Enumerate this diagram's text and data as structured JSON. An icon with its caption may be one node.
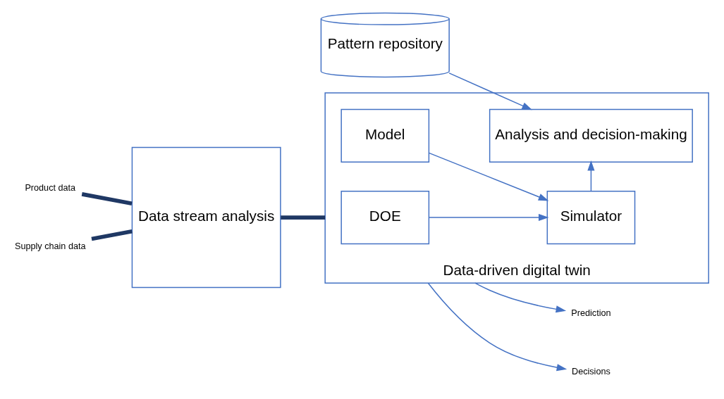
{
  "diagram": {
    "nodes": [
      {
        "text": [
          "Product data"
        ]
      },
      {
        "text": [
          "Supply chain data"
        ]
      },
      {
        "text": [
          "Data stream analysis"
        ]
      },
      {
        "text": [
          "Data-driven digital twin"
        ]
      },
      {
        "text": [
          "DOE"
        ],
        "in": 3
      },
      {
        "text": [
          "Simulator"
        ],
        "in": 3
      },
      {
        "text": [
          "Model"
        ],
        "in": 3
      },
      {
        "text": [
          "Analysis and decision-making"
        ],
        "in": 3
      },
      {
        "text": [
          "Pattern repository"
        ]
      },
      {
        "text": [
          "Prediction"
        ]
      },
      {
        "text": [
          "Decisions"
        ]
      }
    ],
    "edges": [
      {
        "from": 0,
        "to": 2,
        "arrow": "none",
        "style": "thick",
        "color": "#1f3864"
      },
      {
        "from": 1,
        "to": 2,
        "arrow": "none",
        "style": "thick",
        "color": "#1f3864"
      },
      {
        "from": 2,
        "to": 3,
        "arrow": "none",
        "style": "thick",
        "color": "#1f3864"
      },
      {
        "from": 4,
        "to": 5,
        "arrow": "to"
      },
      {
        "from": 6,
        "to": 5,
        "arrow": "to"
      },
      {
        "from": 5,
        "to": 7,
        "arrow": "to"
      },
      {
        "from": 8,
        "to": 7,
        "arrow": "to"
      },
      {
        "from": 3,
        "to": 9,
        "arrow": "to"
      },
      {
        "from": 3,
        "to": 10,
        "arrow": "to"
      }
    ]
  }
}
